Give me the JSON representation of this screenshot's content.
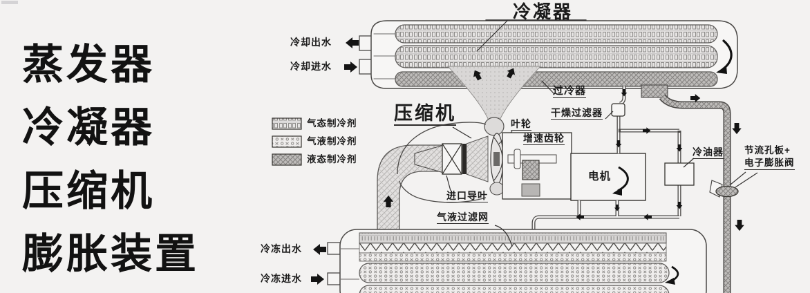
{
  "title_panel": {
    "lines": [
      "蒸发器",
      "冷凝器",
      "压缩机",
      "膨胀装置"
    ]
  },
  "condenser": {
    "label": "冷凝器",
    "subcooler_label": "过冷器",
    "cooling_water_out": "冷却出水",
    "cooling_water_in": "冷却进水"
  },
  "compressor": {
    "label": "压缩机",
    "impeller_label": "叶轮",
    "speed_gear_label": "增速齿轮",
    "inlet_guide_vane_label": "进口导叶",
    "motor_label": "电机"
  },
  "circuit": {
    "drying_filter_label": "干燥过滤器",
    "oil_cooler_label": "冷油器",
    "throttle_label_line1": "节流孔板+",
    "throttle_label_line2": "电子膨胀阀"
  },
  "evaporator": {
    "filter_mesh_label": "气液过滤网",
    "chilled_water_out": "冷冻出水",
    "chilled_water_in": "冷冻进水"
  },
  "legend": {
    "items": [
      {
        "label": "气态制冷剂",
        "swatch": "gas-refrigerant-pattern"
      },
      {
        "label": "气液制冷剂",
        "swatch": "gas-liquid-refrigerant-pattern"
      },
      {
        "label": "液态制冷剂",
        "swatch": "liquid-refrigerant-pattern"
      }
    ]
  },
  "colors": {
    "background": "#f3f2f1",
    "line": "#3a3836",
    "text": "#1b1b1b"
  }
}
